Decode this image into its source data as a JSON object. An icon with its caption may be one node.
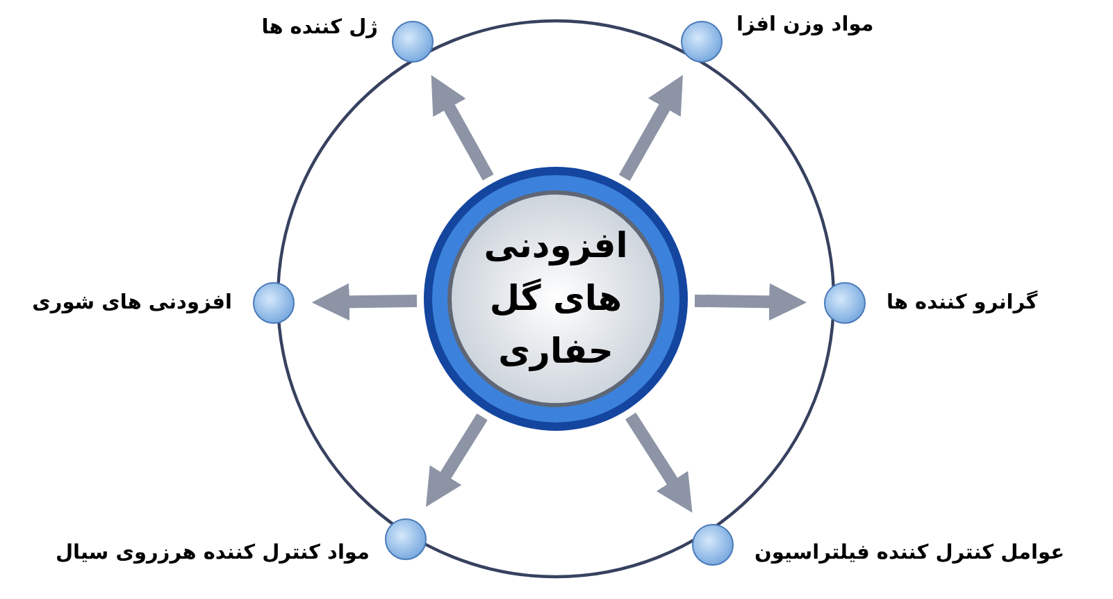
{
  "diagram": {
    "nodes": [
      {
        "text": [
          "افزودنی های گل حفاری"
        ]
      },
      {
        "text": [
          "ژل کننده ها"
        ]
      },
      {
        "text": [
          "مواد وزن افزا"
        ]
      },
      {
        "text": [
          "افزودنی های شوری"
        ]
      },
      {
        "text": [
          "گرانرو کننده ها"
        ]
      },
      {
        "text": [
          "مواد کنترل کننده هرزروی سیال"
        ]
      },
      {
        "text": [
          "عوامل کنترل کننده فیلتراسیون"
        ]
      }
    ],
    "edges": [
      {
        "from": 0,
        "to": 1,
        "arrow": "to"
      },
      {
        "from": 0,
        "to": 2,
        "arrow": "to"
      },
      {
        "from": 0,
        "to": 3,
        "arrow": "to"
      },
      {
        "from": 0,
        "to": 4,
        "arrow": "to"
      },
      {
        "from": 0,
        "to": 5,
        "arrow": "to"
      },
      {
        "from": 0,
        "to": 6,
        "arrow": "to"
      }
    ]
  }
}
